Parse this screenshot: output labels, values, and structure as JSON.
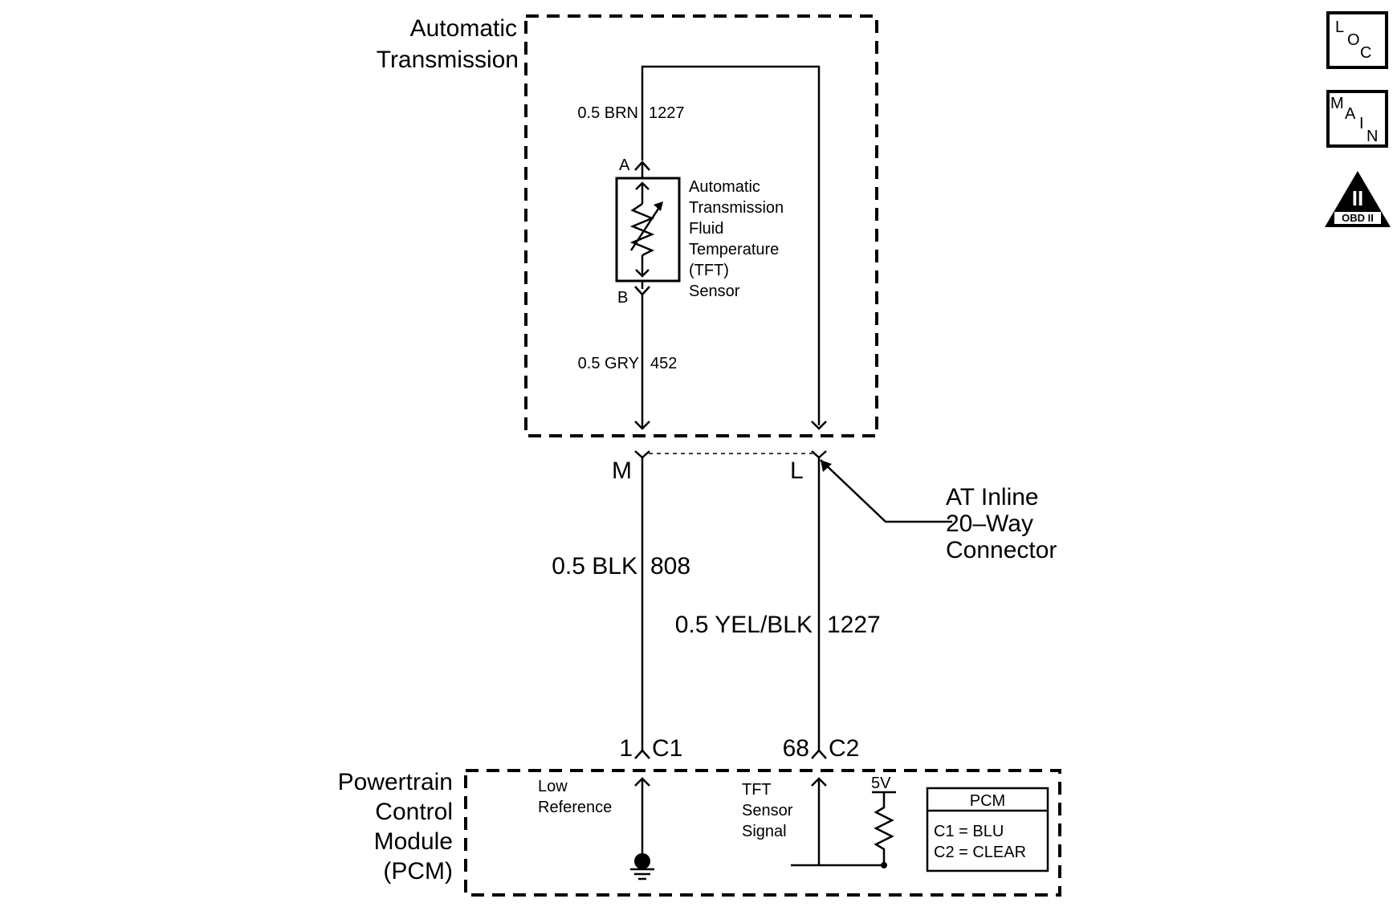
{
  "transmission": {
    "label_line1": "Automatic",
    "label_line2": "Transmission"
  },
  "sensor": {
    "terminal_a": "A",
    "terminal_b": "B",
    "label_lines": [
      "Automatic",
      "Transmission",
      "Fluid",
      "Temperature",
      "(TFT)",
      "Sensor"
    ]
  },
  "wires": {
    "top_wire": {
      "gauge_color": "0.5 BRN",
      "circuit": "1227"
    },
    "sensor_ground_wire": {
      "gauge_color": "0.5 GRY",
      "circuit": "452"
    },
    "low_ref_wire": {
      "gauge_color": "0.5 BLK",
      "circuit": "808"
    },
    "signal_wire": {
      "gauge_color": "0.5 YEL/BLK",
      "circuit": "1227"
    }
  },
  "inline_connector": {
    "pin_left": "M",
    "pin_right": "L",
    "label_lines": [
      "AT Inline",
      "20–Way",
      "Connector"
    ]
  },
  "pcm_connectors": {
    "left_pin": "1",
    "left_conn": "C1",
    "right_pin": "68",
    "right_conn": "C2"
  },
  "pcm": {
    "label_lines": [
      "Powertrain",
      "Control",
      "Module",
      "(PCM)"
    ],
    "low_reference_lines": [
      "Low",
      "Reference"
    ],
    "tft_signal_lines": [
      "TFT",
      "Sensor",
      "Signal"
    ],
    "voltage": "5V",
    "legend_title": "PCM",
    "legend_c1": "C1  =  BLU",
    "legend_c2": "C2  =  CLEAR"
  },
  "side_icons": {
    "loc": [
      "L",
      "O",
      "C"
    ],
    "main": [
      "M",
      "A",
      "I",
      "N"
    ],
    "obd_numeral": "II",
    "obd_text": "OBD II"
  }
}
